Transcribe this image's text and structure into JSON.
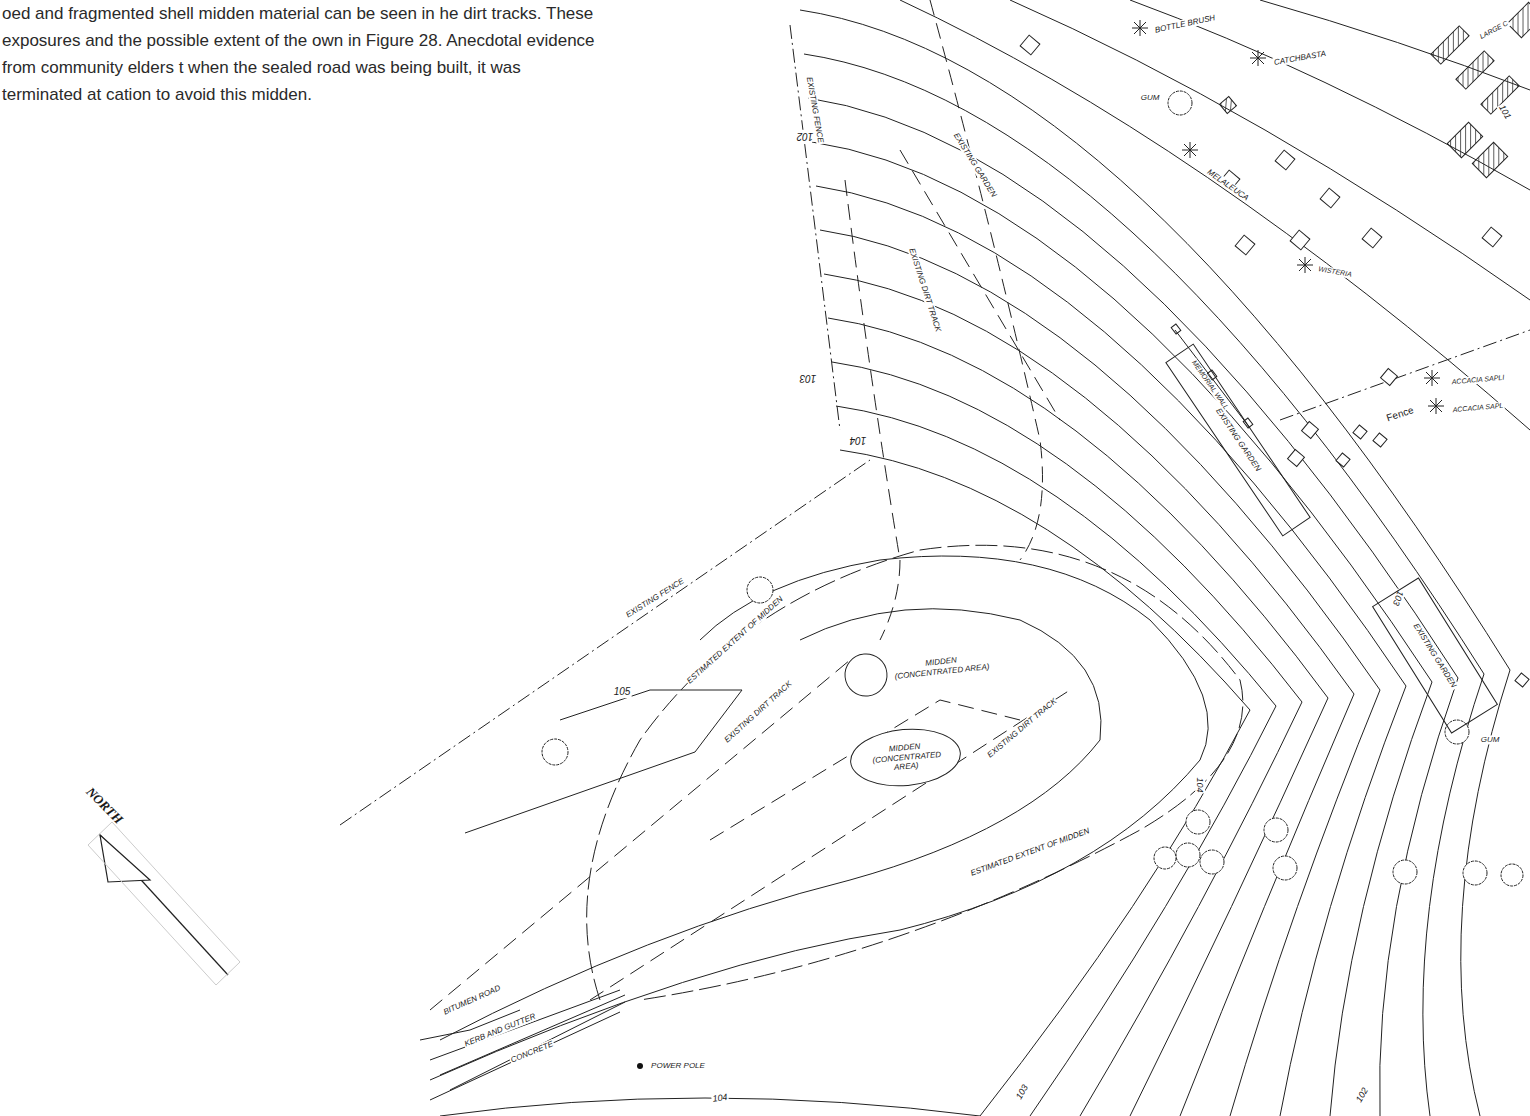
{
  "diagram": {
    "nodes": [
      {
        "text": [
          "MIDDEN (CONCENTRATED AREA)"
        ]
      },
      {
        "text": [
          "MIDDEN (CONCENTRATED AREA)"
        ]
      },
      {
        "text": [
          "EXISTING GARDEN"
        ]
      },
      {
        "text": [
          "EXISTING GARDEN"
        ]
      }
    ],
    "labels": [
      "oed and fragmented shell midden material can be seen in he dirt tracks. These exposures and the possible extent of the own in Figure 28. Anecdotal evidence from community elders t when the sealed road was being built, it was terminated at cation to avoid this midden.",
      "BOTTLE BRUSH",
      "CATCHBASTA",
      "GUM",
      "MELALEUCA",
      "WISTERIA",
      "ACCACIA SAPLI",
      "ACCACIA SAPL",
      "Fence",
      "LARGE C",
      "GUM",
      "MEMORIAL WALL",
      "EXISTING GARDEN",
      "EXISTING FENCE",
      "EXISTING FENCE",
      "EXISTING DIRT TRACK",
      "EXISTING DIRT TRACK",
      "EXISTING DIRT TRACK",
      "ESTIMATED EXTENT OF MIDDEN",
      "ESTIMATED EXTENT OF MIDDEN",
      "POWER POLE",
      "BITUMEN ROAD",
      "KERB AND GUTTER",
      "CONCRETE",
      "NORTH",
      "102",
      "103",
      "104",
      "105",
      "101",
      "103",
      "104",
      "104",
      "103",
      "102"
    ]
  }
}
